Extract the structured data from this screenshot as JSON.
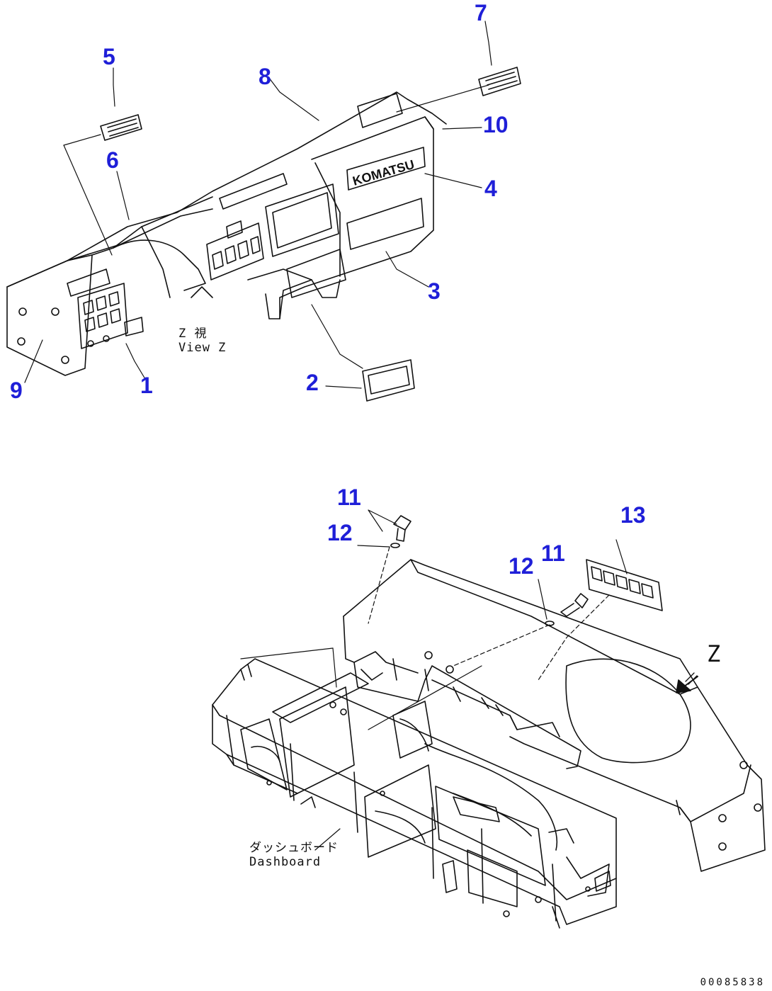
{
  "callouts": {
    "c1": "1",
    "c2": "2",
    "c3": "3",
    "c4": "4",
    "c5": "5",
    "c6": "6",
    "c7": "7",
    "c8": "8",
    "c9": "9",
    "c10": "10",
    "c11a": "11",
    "c12a": "12",
    "c11b": "11",
    "c12b": "12",
    "c13": "13"
  },
  "labels": {
    "view_z_jp": "Z 視",
    "view_z_en": "View Z",
    "dashboard_jp": "ダッシュボード",
    "dashboard_en": "Dashboard",
    "arrow_letter": "Z",
    "brand_mark": "KOMATSU"
  },
  "drawing_number": "00085838",
  "colors": {
    "callout": "#1f1fd8",
    "line": "#111111",
    "background": "#ffffff"
  }
}
